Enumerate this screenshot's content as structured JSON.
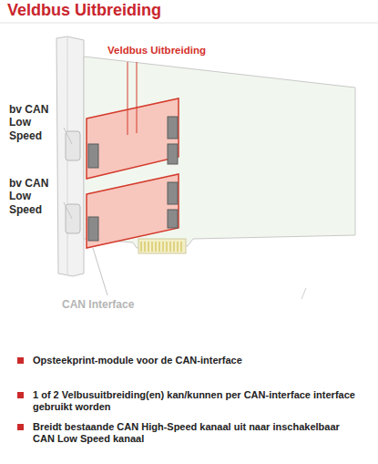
{
  "diagram": {
    "title": "Veldbus Uitbreiding",
    "labels": [
      "Veldbus Uitbreiding",
      "bv CAN Low Speed",
      "bv CAN Low Speed",
      "CAN Interface",
      "Opsteekprint-module voor de CAN-interface",
      "1 of 2 Velbusuitbreiding(en) kan/kunnen per CAN-interface interface gebruikt worden",
      "Breidt bestaande CAN High-Speed kanaal uit naar inschakelbaar CAN Low Speed kanaal"
    ]
  }
}
